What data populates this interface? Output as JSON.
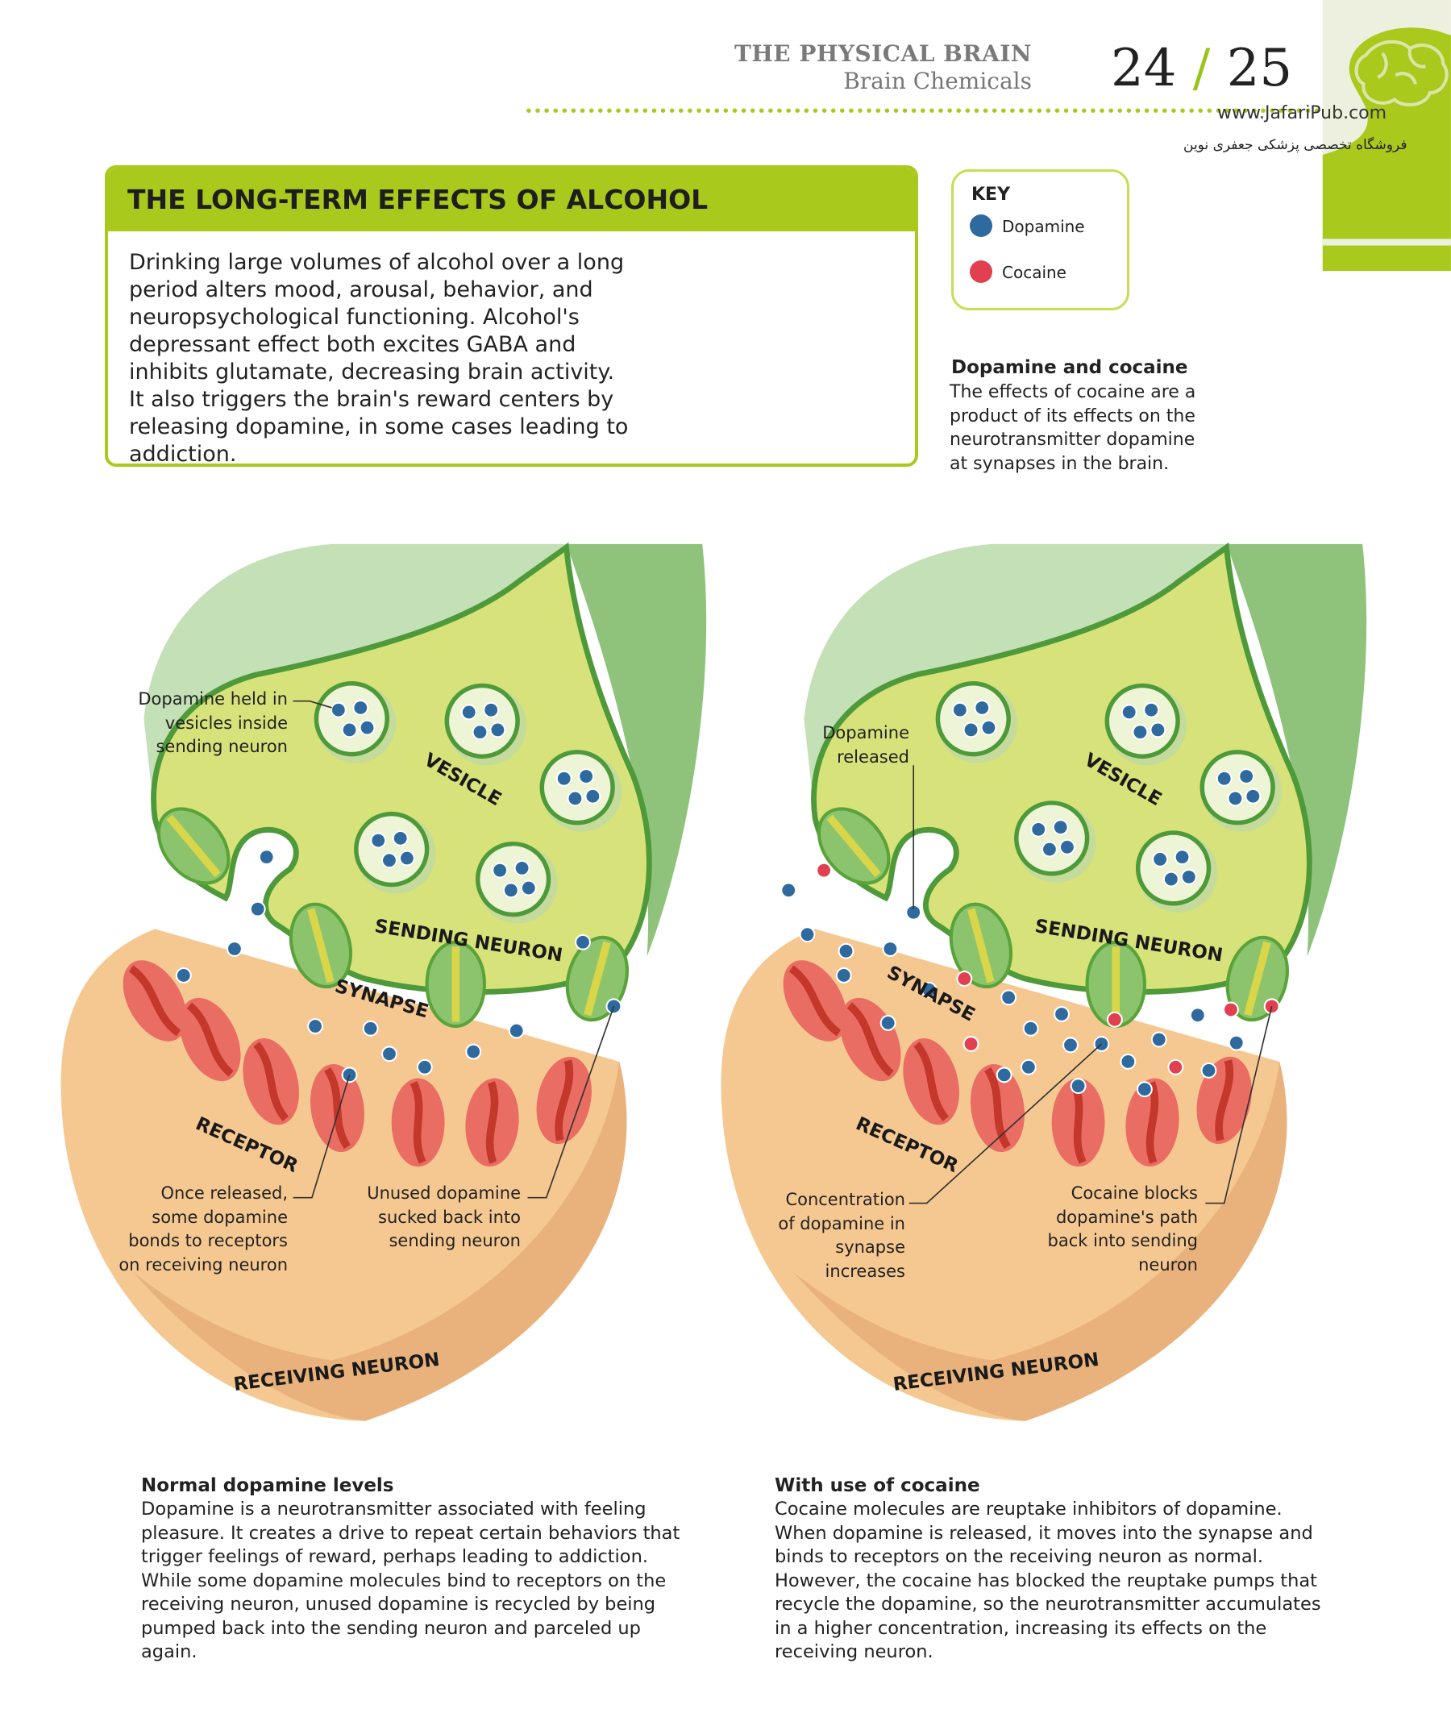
{
  "header": {
    "section": "THE PHYSICAL BRAIN",
    "subsection": "Brain Chemicals",
    "page_left": "24",
    "page_sep": "/",
    "page_right": "25",
    "website": "www.JafariPub.com",
    "publisher_fa": "فروشگاه تخصصی پزشکی جعفری نوین"
  },
  "alcohol_box": {
    "title": "THE LONG-TERM EFFECTS OF ALCOHOL",
    "text": "Drinking large volumes of alcohol over a long period alters mood, arousal, behavior, and neuropsychological functioning. Alcohol's depressant effect both excites GABA and inhibits glutamate, decreasing brain activity. It also triggers the brain's reward centers by releasing dopamine, in some cases leading to addiction."
  },
  "key": {
    "title": "KEY",
    "items": [
      {
        "label": "Dopamine",
        "color": "#2f6a9e"
      },
      {
        "label": "Cocaine",
        "color": "#e0404f"
      }
    ]
  },
  "dopamine_cocaine": {
    "title": "Dopamine and cocaine",
    "text": "The effects of cocaine are a product of its effects on the neurotransmitter dopamine at synapses in the brain."
  },
  "diagram_normal": {
    "vesicle_label": "VESICLE",
    "sending_label": "SENDING NEURON",
    "synapse_label": "SYNAPSE",
    "receptor_label": "RECEPTOR",
    "receiving_label": "RECEIVING NEURON",
    "callout_vesicles": "Dopamine held in vesicles inside sending neuron",
    "callout_bonds": "Once released, some dopamine bonds to receptors on receiving neuron",
    "callout_unused": "Unused dopamine sucked back into sending neuron"
  },
  "diagram_cocaine": {
    "vesicle_label": "VESICLE",
    "sending_label": "SENDING NEURON",
    "synapse_label": "SYNAPSE",
    "receptor_label": "RECEPTOR",
    "receiving_label": "RECEIVING NEURON",
    "callout_released": "Dopamine released",
    "callout_concentration": "Concentration of dopamine in synapse increases",
    "callout_blocks": "Cocaine blocks dopamine's path back into sending neuron"
  },
  "bottom": {
    "normal_title": "Normal dopamine levels",
    "normal_text": "Dopamine is a neurotransmitter associated with feeling pleasure. It creates a drive to repeat certain behaviors that trigger feelings of reward, perhaps leading to addiction. While some dopamine molecules bind to receptors on the receiving neuron, unused dopamine is recycled by being pumped back into the sending neuron and parceled up again.",
    "cocaine_title": "With use of cocaine",
    "cocaine_text": "Cocaine molecules are reuptake inhibitors of dopamine. When dopamine is released, it moves into the synapse and binds to receptors on the receiving neuron as normal. However, the cocaine has blocked the reuptake pumps that recycle the dopamine, so the neurotransmitter accumulates in a higher concentration, increasing its effects on the receiving neuron."
  }
}
